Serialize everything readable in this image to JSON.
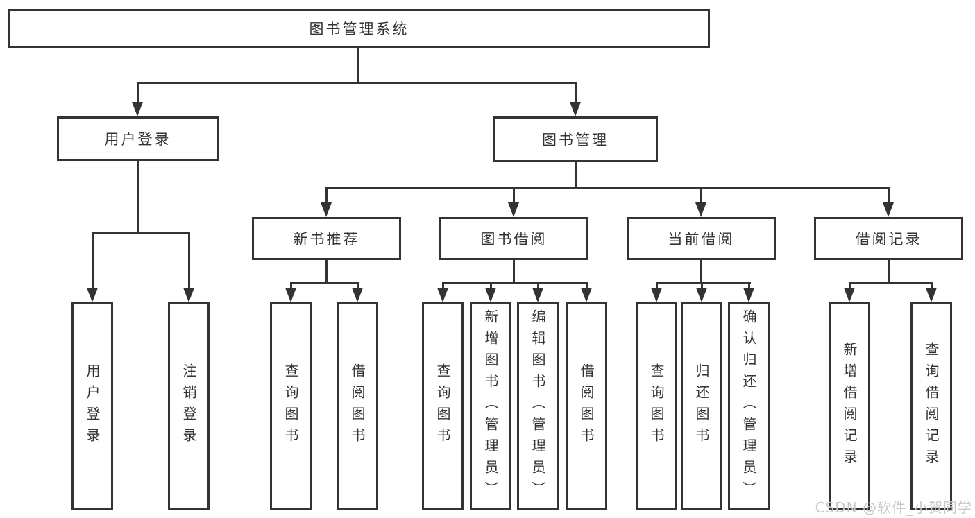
{
  "diagram": {
    "root": {
      "label": "图书管理系统"
    },
    "branches": [
      {
        "label": "用户登录",
        "children": [
          {
            "label": "用户登录"
          },
          {
            "label": "注销登录"
          }
        ]
      },
      {
        "label": "图书管理",
        "groups": [
          {
            "label": "新书推荐",
            "children": [
              {
                "label": "查询图书"
              },
              {
                "label": "借阅图书"
              }
            ]
          },
          {
            "label": "图书借阅",
            "children": [
              {
                "label": "查询图书"
              },
              {
                "label": "新增图书（管理员）"
              },
              {
                "label": "编辑图书（管理员）"
              },
              {
                "label": "借阅图书"
              }
            ]
          },
          {
            "label": "当前借阅",
            "children": [
              {
                "label": "查询图书"
              },
              {
                "label": "归还图书"
              },
              {
                "label": "确认归还（管理员）"
              }
            ]
          },
          {
            "label": "借阅记录",
            "children": [
              {
                "label": "新增借阅记录"
              },
              {
                "label": "查询借阅记录"
              }
            ]
          }
        ]
      }
    ]
  },
  "watermark": {
    "text": "CSDN @软件_小贺同学"
  },
  "colors": {
    "line": "#333333",
    "box_border": "#333333",
    "box_fill": "#ffffff",
    "text": "#333333",
    "watermark": "#c8c8c8",
    "background": "#ffffff"
  }
}
